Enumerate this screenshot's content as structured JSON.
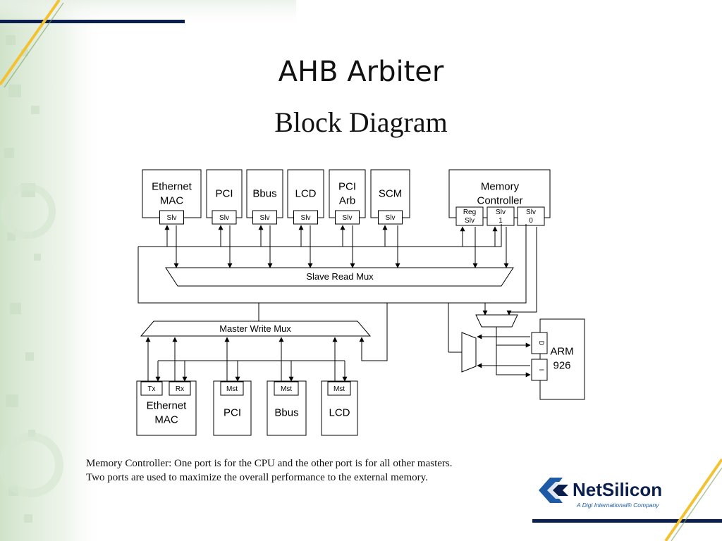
{
  "slide": {
    "title": "AHB Arbiter",
    "subtitle": "Block Diagram",
    "caption_lines": [
      "Memory Controller: One port is for the CPU and the other port is for all other masters.",
      "Two ports are used to maximize the overall performance to the external memory."
    ],
    "logo": {
      "name": "NetSilicon",
      "tagline": "A Digi International® Company",
      "colors": {
        "blue": "#1f5aa6",
        "dark": "#0b1f4f",
        "yellow": "#f2c230"
      }
    }
  },
  "diagram": {
    "slaves": [
      {
        "lines": [
          "Ethernet",
          "MAC"
        ],
        "port": "Slv"
      },
      {
        "lines": [
          "PCI"
        ],
        "port": "Slv"
      },
      {
        "lines": [
          "Bbus"
        ],
        "port": "Slv"
      },
      {
        "lines": [
          "LCD"
        ],
        "port": "Slv"
      },
      {
        "lines": [
          "PCI",
          "Arb"
        ],
        "port": "Slv"
      },
      {
        "lines": [
          "SCM"
        ],
        "port": "Slv"
      }
    ],
    "memory_controller": {
      "lines": [
        "Memory",
        "Controller"
      ],
      "ports": [
        [
          "Reg",
          "Slv"
        ],
        [
          "Slv",
          "1"
        ],
        [
          "Slv",
          "0"
        ]
      ]
    },
    "slave_read_mux": "Slave Read Mux",
    "master_write_mux": "Master Write Mux",
    "masters": [
      {
        "lines": [
          "Ethernet",
          "MAC"
        ],
        "ports": [
          "Tx",
          "Rx"
        ]
      },
      {
        "lines": [
          "PCI"
        ],
        "ports": [
          "Mst"
        ]
      },
      {
        "lines": [
          "Bbus"
        ],
        "ports": [
          "Mst"
        ]
      },
      {
        "lines": [
          "LCD"
        ],
        "ports": [
          "Mst"
        ]
      }
    ],
    "cpu": {
      "lines": [
        "ARM",
        "926"
      ],
      "ports": [
        "D",
        "I"
      ]
    }
  }
}
